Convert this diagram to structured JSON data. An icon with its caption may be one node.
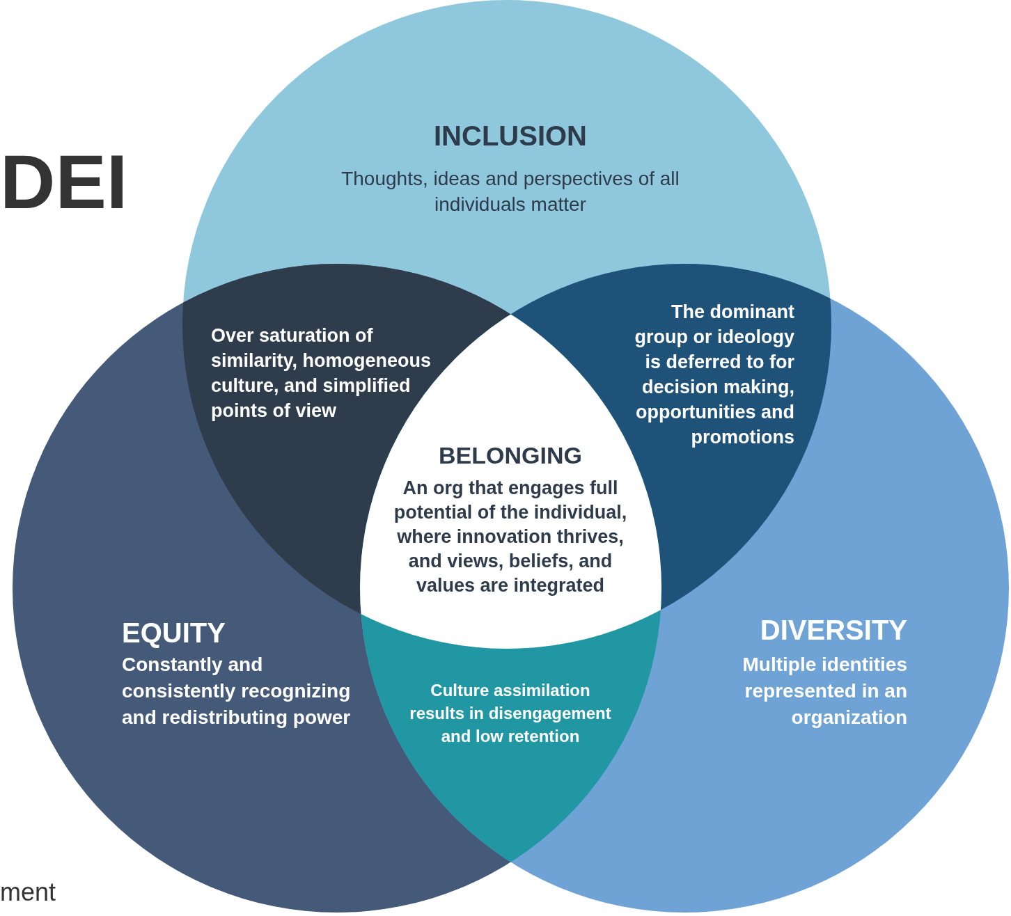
{
  "diagram": {
    "nodes": [
      {
        "text": [
          "INCLUSION",
          "Thoughts, ideas and perspectives of all individuals matter"
        ]
      },
      {
        "text": [
          "Over saturation of similarity, homogeneous culture, and simplified points of view"
        ]
      },
      {
        "text": [
          "The dominant group or ideology is deferred to for decision making, opportunities and promotions"
        ]
      },
      {
        "text": [
          "BELONGING",
          "An org that engages full potential of the individual, where innovation thrives, and views, beliefs, and values are integrated"
        ]
      },
      {
        "text": [
          "EQUITY",
          "Constantly and consistently recognizing and redistributing power"
        ]
      },
      {
        "text": [
          "Culture assimilation results in disengagement and low retention"
        ]
      },
      {
        "text": [
          "DIVERSITY",
          "Multiple identities represented in an organization"
        ]
      }
    ],
    "labels": [
      "DEI",
      "ment"
    ]
  }
}
